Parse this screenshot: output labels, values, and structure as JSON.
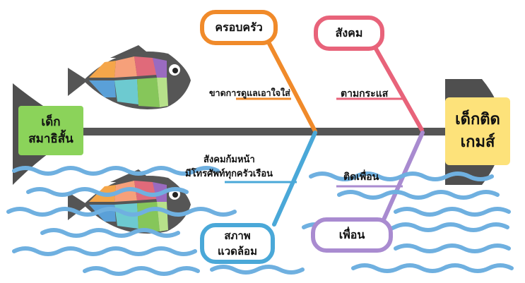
{
  "tail_label": [
    "เด็ก",
    "สมาธิสั้น"
  ],
  "head_label": [
    "เด็กติด",
    "เกมส์"
  ],
  "categories": {
    "family": {
      "title": "ครอบครัว",
      "cause": "ขาดการดูแลเอาใจใส่",
      "color": "#f08a2a"
    },
    "society": {
      "title": "สังคม",
      "cause": "ตามกระแส",
      "color": "#e8637a"
    },
    "environment": {
      "title": [
        "สภาพ",
        "แวดล้อม"
      ],
      "cause": [
        "สังคมก้มหน้า",
        "มีโทรศัพท์ทุกครัวเรือน"
      ],
      "color": "#4aa8d8"
    },
    "friends": {
      "title": "เพื่อน",
      "cause": "ติดเพื่อน",
      "color": "#a98bd0"
    }
  },
  "colors": {
    "spine": "#555555",
    "fin": "#4f4f4f",
    "tail_box": "#8bd35a",
    "head_box": "#fde27a",
    "wave": "#6fb0e0"
  }
}
